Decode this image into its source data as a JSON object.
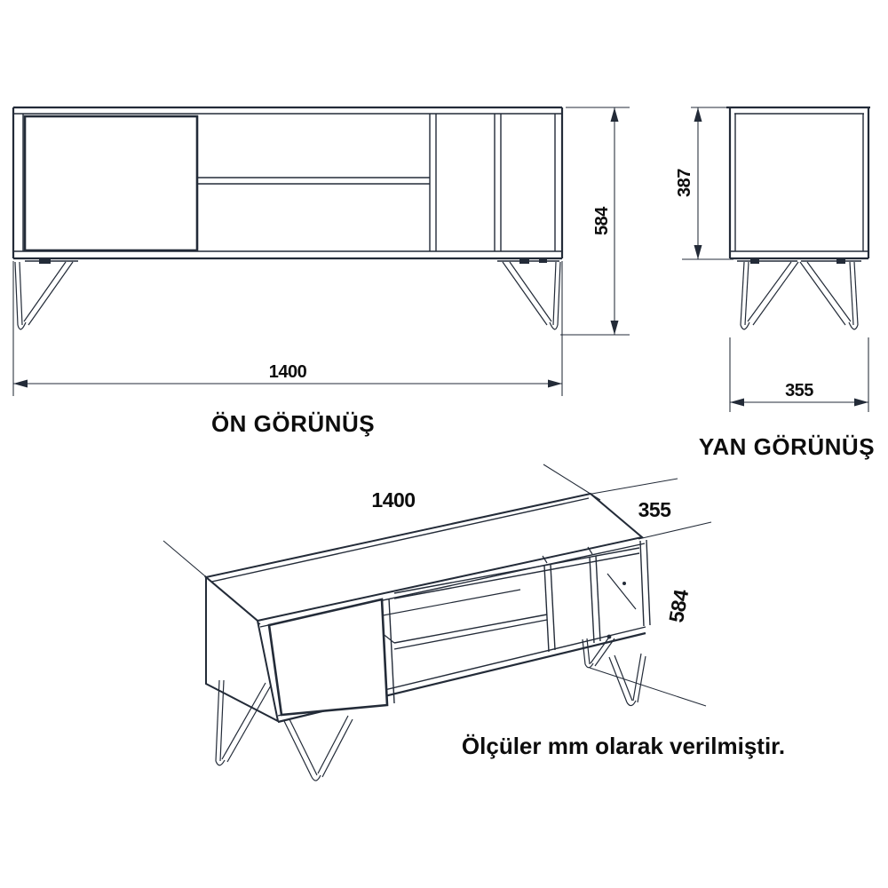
{
  "note": "Ölçüler mm olarak verilmiştir.",
  "views": {
    "front": {
      "label": "ÖN GÖRÜNÜŞ",
      "dims": {
        "width_mm": "1400",
        "height_mm": "584"
      }
    },
    "side": {
      "label": "YAN GÖRÜNÜŞ",
      "dims": {
        "depth_mm": "355",
        "body_height_mm": "387"
      }
    },
    "perspective": {
      "dims": {
        "width_mm": "1400",
        "depth_mm": "355",
        "height_mm": "584"
      }
    }
  },
  "colors": {
    "line": "#232b38",
    "text": "#0d0d0d",
    "background": "#ffffff"
  }
}
